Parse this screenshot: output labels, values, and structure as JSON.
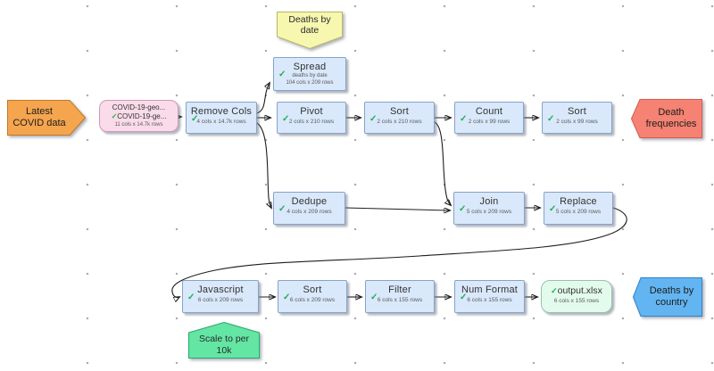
{
  "io": {
    "input": {
      "label": "Latest COVID data"
    },
    "output_freq": {
      "label": "Death frequencies"
    },
    "output_country": {
      "label": "Deaths by country"
    }
  },
  "comments": {
    "deaths_by_date": {
      "label": "Deaths by date"
    },
    "scale": {
      "label": "Scale to per 10k"
    }
  },
  "file_in": {
    "title_line1": "COVID-19-geo...",
    "title_line2": "COVID-19-ge...",
    "sub": "11 cols x 14.7k rows"
  },
  "transforms": {
    "remove_cols": {
      "title": "Remove Cols",
      "sub": "4 cols x 14.7k rows"
    },
    "spread": {
      "title": "Spread",
      "sub1": "deaths by date",
      "sub2": "104 cols x 209 rows"
    },
    "pivot": {
      "title": "Pivot",
      "sub": "2 cols x 210 rows"
    },
    "sort1": {
      "title": "Sort",
      "sub": "2 cols x 210 rows"
    },
    "count": {
      "title": "Count",
      "sub": "2 cols x 99 rows"
    },
    "sort2": {
      "title": "Sort",
      "sub": "2 cols x 99 rows"
    },
    "dedupe": {
      "title": "Dedupe",
      "sub": "4 cols x 209 rows"
    },
    "join": {
      "title": "Join",
      "sub": "5 cols x 209 rows"
    },
    "replace": {
      "title": "Replace",
      "sub": "5 cols x 209 rows"
    },
    "javascript": {
      "title": "Javascript",
      "sub": "6 cols x 209 rows"
    },
    "sort3": {
      "title": "Sort",
      "sub": "6 cols x 209 rows"
    },
    "filter": {
      "title": "Filter",
      "sub": "6 cols x 155 rows"
    },
    "num_format": {
      "title": "Num Format",
      "sub": "6 cols x 155 rows"
    }
  },
  "file_out": {
    "title": "output.xlsx",
    "sub": "6 cols x 155 rows"
  },
  "icons": {
    "check": "✓"
  },
  "colors": {
    "transform_fill": "#d9e8fa",
    "transform_border": "#87a3c6",
    "file_fill": "#fadbe9",
    "output_file_fill": "#e3fbed",
    "input_pennant": "#f5a54e",
    "freq_pennant": "#f58272",
    "country_pennant": "#63b5f1",
    "note_yellow": "#f8f7b0",
    "note_green": "#63e6a3",
    "check_green": "#1faf4e",
    "connector": "#1d1d1d"
  }
}
